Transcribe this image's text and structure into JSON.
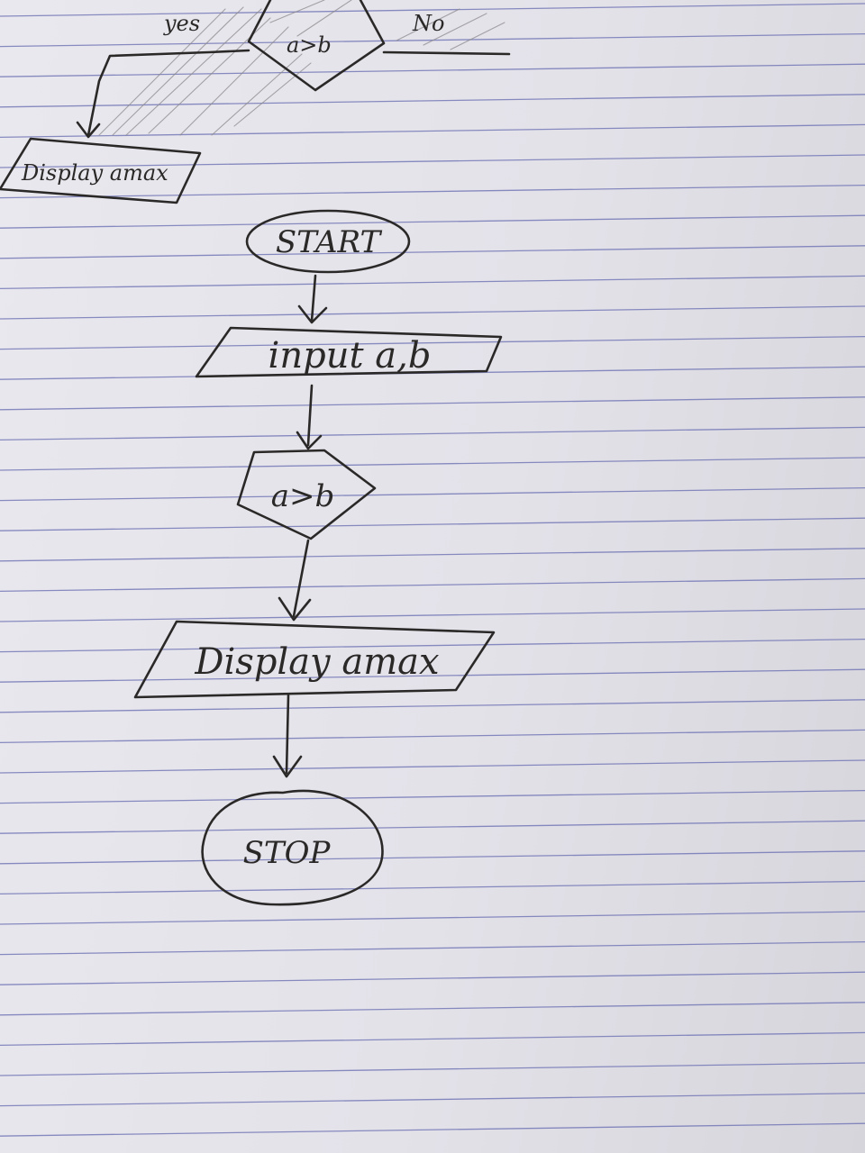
{
  "flowchart": {
    "top_fragment": {
      "decision_label": "a>b",
      "yes_label": "yes",
      "no_label": "No",
      "output_label": "Display amax"
    },
    "main": {
      "start_label": "START",
      "input_label": "input a,b",
      "decision_label": "a>b",
      "output_label": "Display amax",
      "stop_label": "STOP"
    }
  },
  "colors": {
    "ink": "#2b2928",
    "rule_line": "#6f73b4",
    "paper": "#e5e4ea"
  }
}
